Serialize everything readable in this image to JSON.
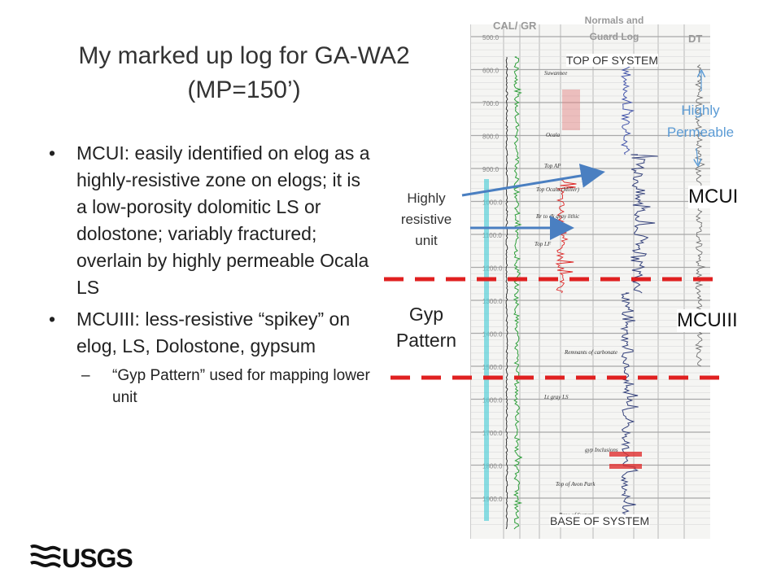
{
  "slide": {
    "title_line1": "My marked up log for GA-WA2",
    "title_line2": "(MP=150’)",
    "bullets": [
      {
        "text": "MCUI: easily identified on elog as a highly-resistive zone on elogs; it is a low-porosity dolomitic LS or dolostone; variably fractured; overlain by highly permeable Ocala LS"
      },
      {
        "text": "MCUIII: less-resistive “spikey” on elog, LS, Dolostone, gypsum"
      }
    ],
    "sub_bullet": "“Gyp Pattern” used for mapping lower unit",
    "logo_text": "USGS"
  },
  "log": {
    "col_cal_gr": "CAL/ GR",
    "col_normals_1": "Normals and",
    "col_normals_2": "Guard Log",
    "col_dt": "DT",
    "top_of_system": "TOP OF SYSTEM",
    "base_of_system": "BASE OF SYSTEM",
    "highly_permeable_1": "Highly",
    "highly_permeable_2": "Permeable",
    "mcui": "MCUI",
    "mcuiii": "MCUIII",
    "highly_resistive_1": "Highly",
    "highly_resistive_2": "resistive",
    "highly_resistive_3": "unit",
    "gyp_1": "Gyp",
    "gyp_2": "Pattern",
    "depths": [
      "500",
      "600",
      "700",
      "800",
      "900",
      "1000",
      "1100",
      "1200",
      "1300",
      "1400",
      "1500",
      "1600",
      "1700",
      "1800",
      "1900"
    ],
    "hand_notes": [
      "Suwannee",
      "Ocala",
      "Top AP",
      "Top Ocala (Miller)",
      "Br to dk gray lithic",
      "Top LF",
      "Lt gray LS",
      "Remnants of carbonate",
      "gyp Inclusions",
      "Top of Avon Park",
      "Base of System"
    ]
  },
  "colors": {
    "dash_red": "#e02020",
    "arrow_blue": "#4a7fc1",
    "permeable_blue": "#5b9bd5",
    "text_dark": "#222222"
  }
}
